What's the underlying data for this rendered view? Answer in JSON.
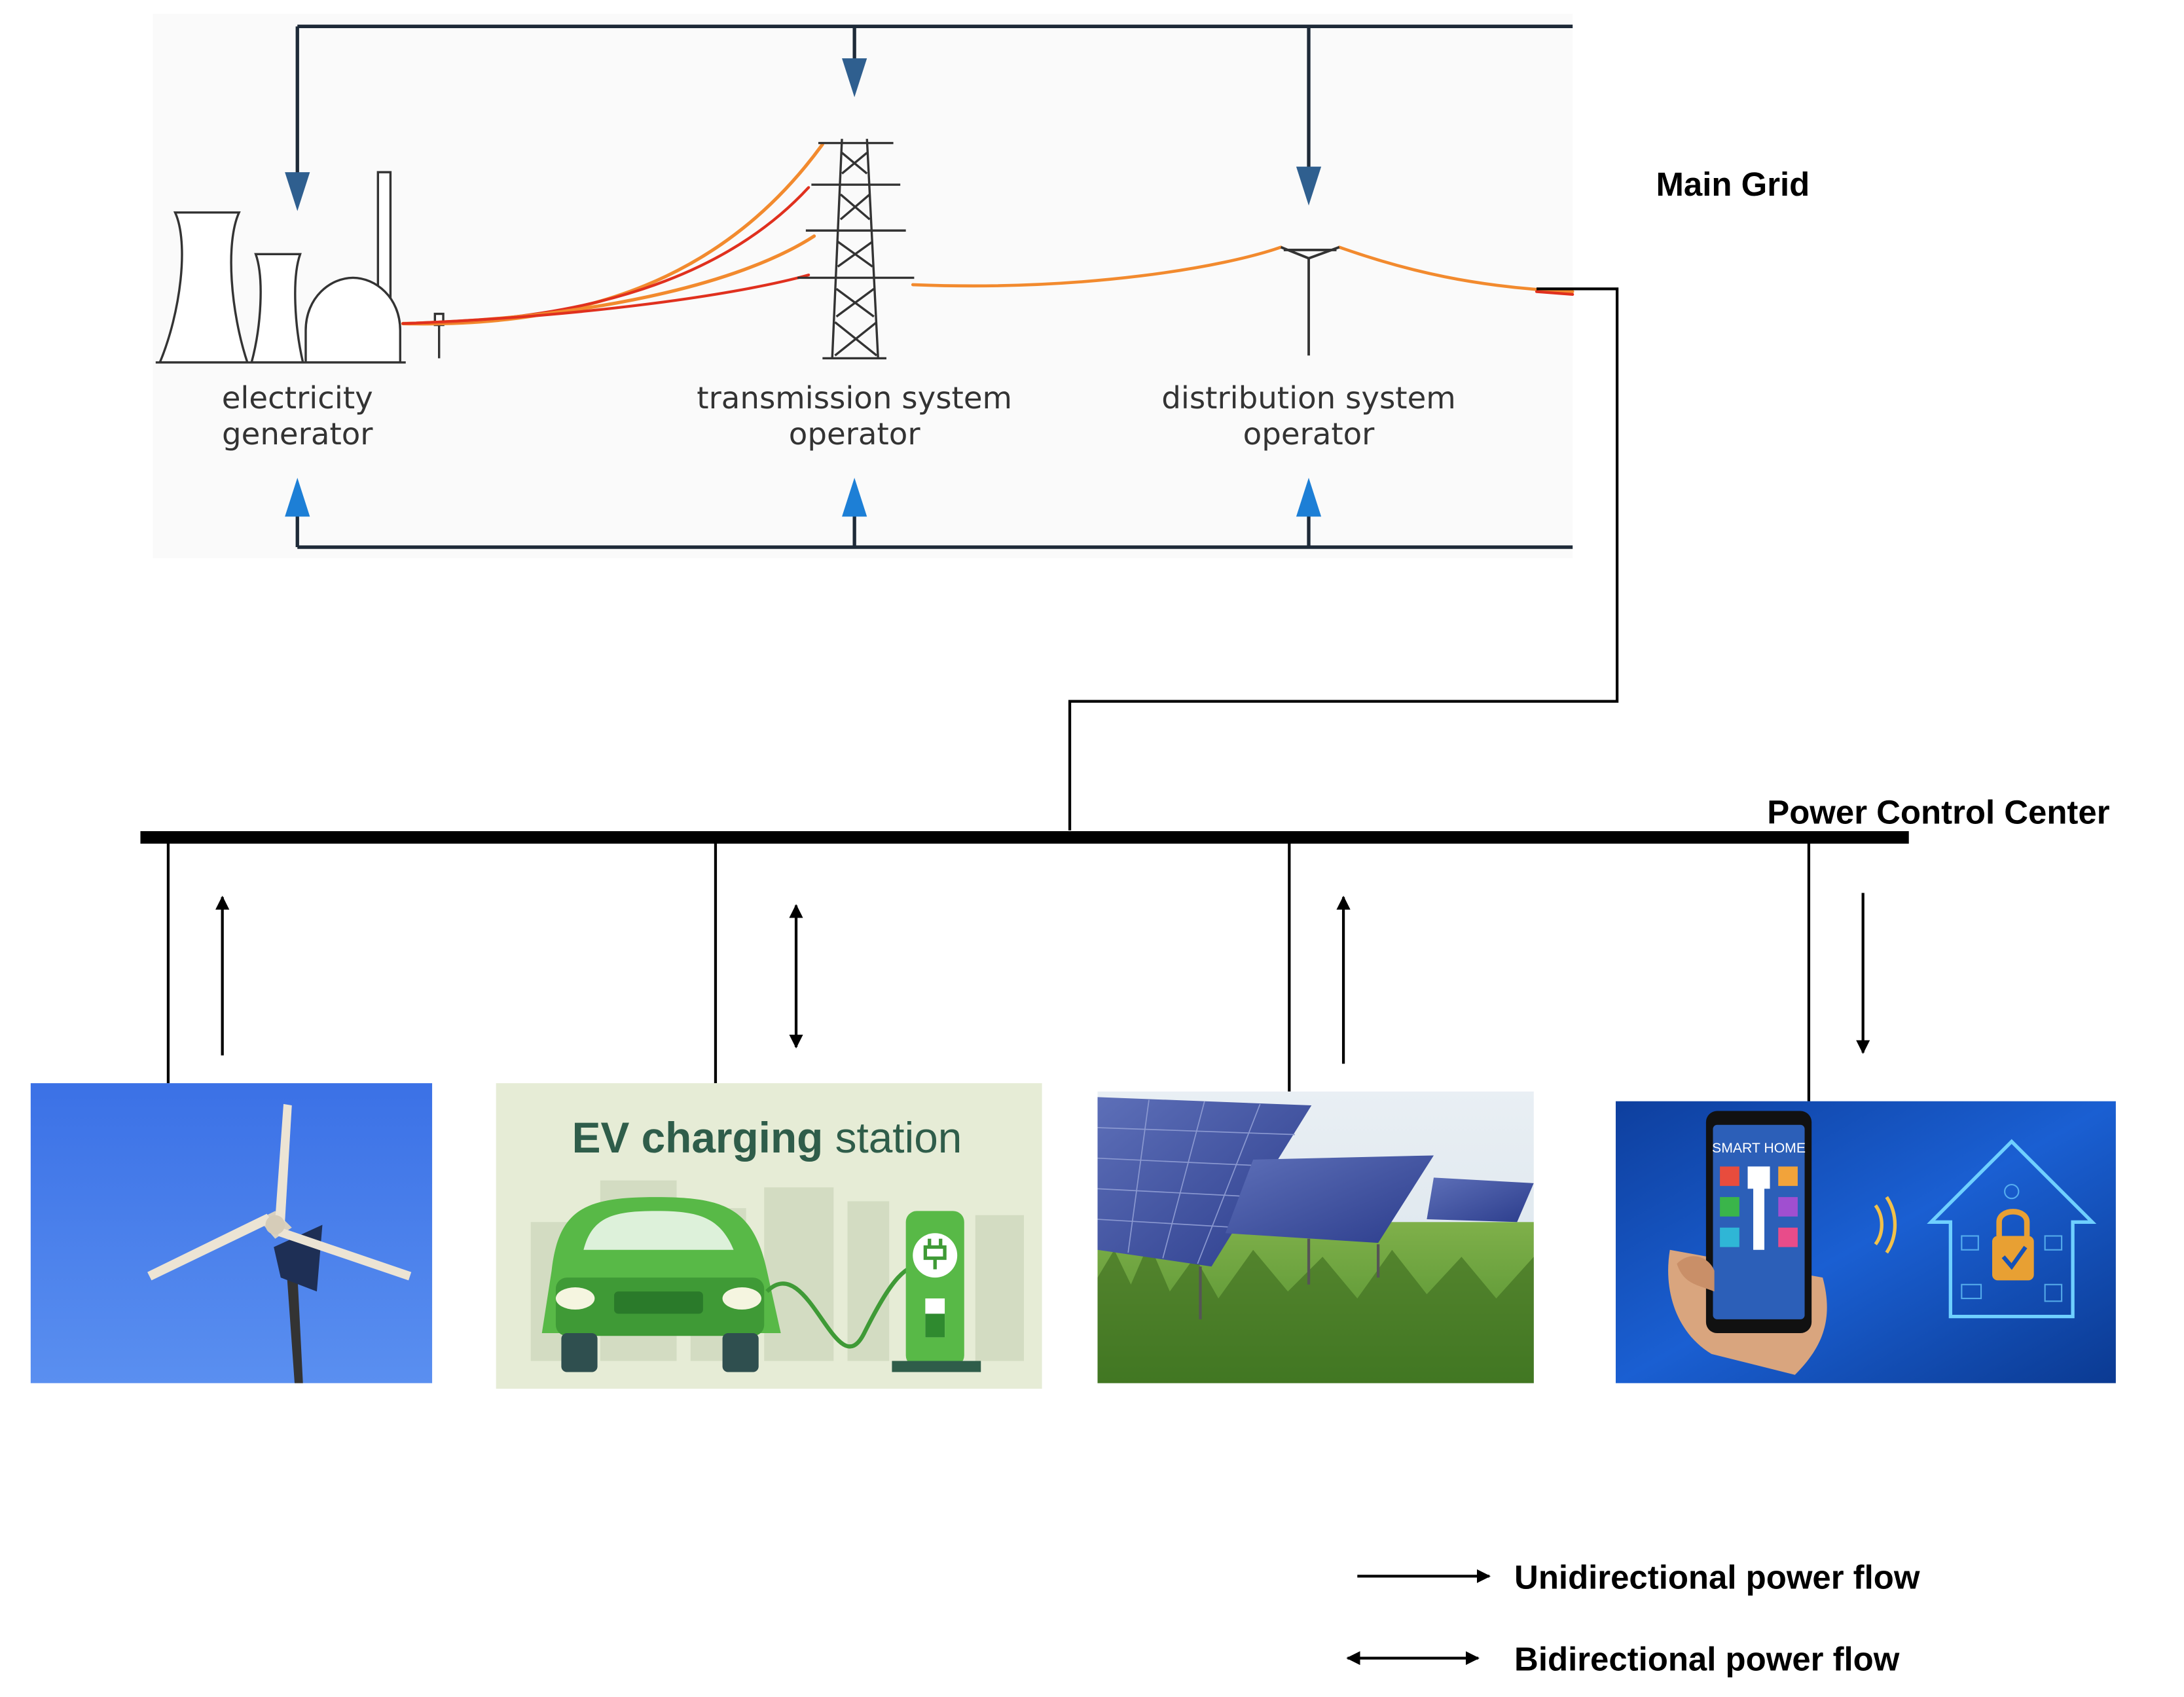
{
  "main_grid": {
    "title": "Main Grid",
    "components": {
      "generator": {
        "line1": "electricity",
        "line2": "generator"
      },
      "tso": {
        "line1": "transmission system",
        "line2": "operator"
      },
      "dso": {
        "line1": "distribution system",
        "line2": "operator"
      }
    }
  },
  "control_center": {
    "label": "Power Control Center"
  },
  "assets": [
    {
      "id": "wind-turbine",
      "flow": "up"
    },
    {
      "id": "ev-charging-station",
      "flow": "bidirectional",
      "caption_bold": "EV charging",
      "caption_light": "station"
    },
    {
      "id": "solar-farm",
      "flow": "up"
    },
    {
      "id": "smart-home",
      "flow": "down",
      "phone_label": "SMART HOME"
    }
  ],
  "legend": {
    "unidirectional": "Unidirectional power flow",
    "bidirectional": "Bidirectional power flow"
  },
  "colors": {
    "arrow_blue": "#2f5f8f",
    "arrow_light_blue": "#1d7fd6",
    "power_line": "#f28a2e",
    "power_line_dark": "#e0301e",
    "bus": "#000000",
    "ev_green": "#58b947",
    "sky_blue": "#3f78e8",
    "smart_home_bg": "#1351b8"
  }
}
